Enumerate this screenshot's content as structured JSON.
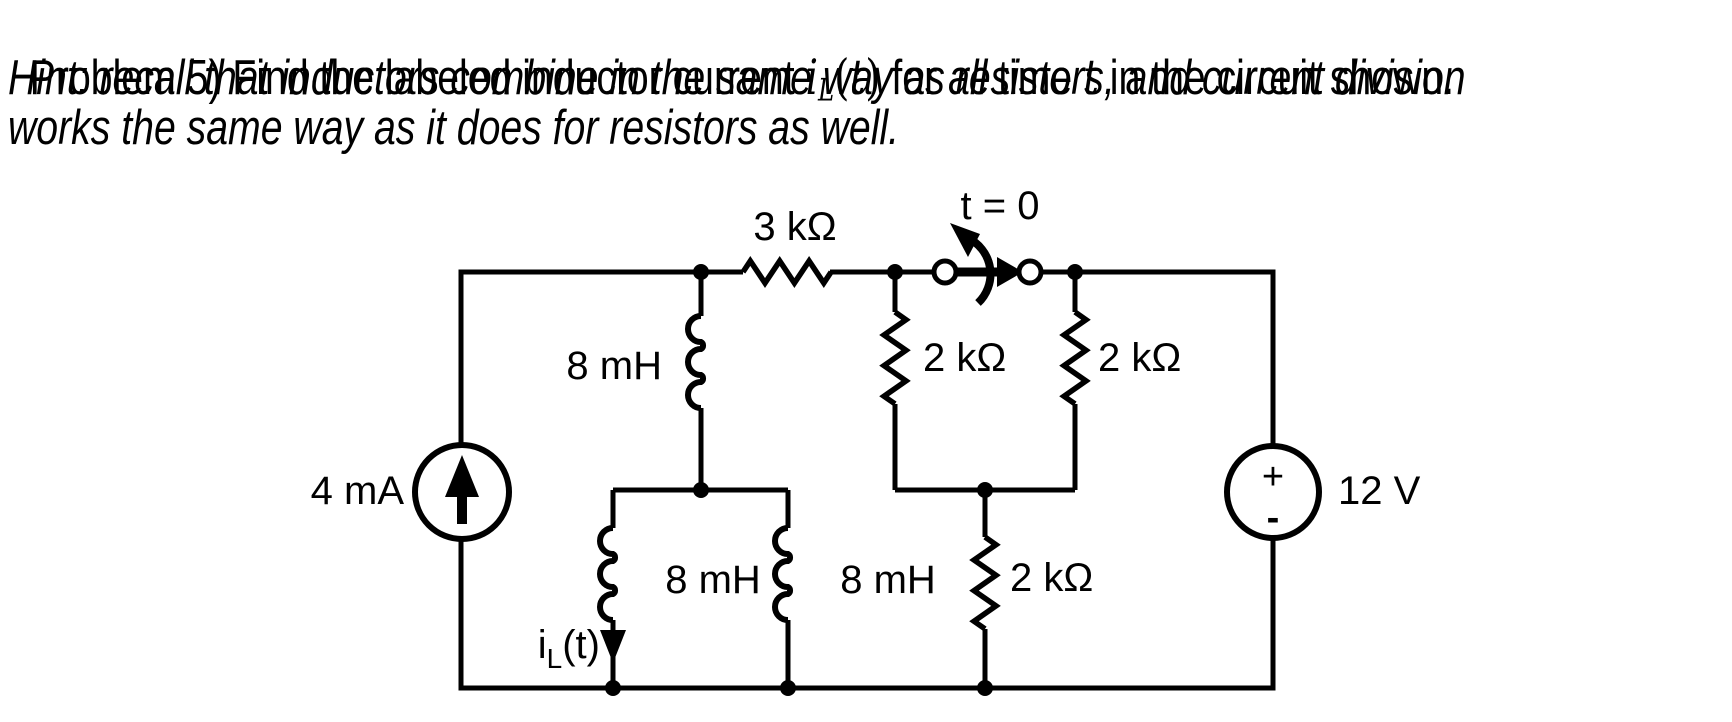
{
  "problem": {
    "line1": {
      "pre": "Problem 5) Find the labeled inductor current ",
      "i": "i",
      "sub": "L",
      "lparen": "(",
      "t1": "t",
      "rparen": ")",
      "mid1": " for ",
      "all": "all",
      "mid2": " time ",
      "t2": "t",
      "post": " in the circuit shown."
    },
    "hint1": "Hint: recall that inductors combine in the same way as resistors, and current division",
    "hint2": "works the same way as it does for resistors as well."
  },
  "circuit": {
    "source_current": {
      "label": "4 mA"
    },
    "source_voltage": {
      "label": "12 V",
      "plus": "+",
      "minus": "-"
    },
    "resistor_top": {
      "label": "3 kΩ"
    },
    "switch": {
      "label": "t = 0"
    },
    "inductor_top": {
      "label": "8 mH"
    },
    "resistor_parallel_left": {
      "label": "2 kΩ"
    },
    "resistor_parallel_right": {
      "label": "2 kΩ"
    },
    "inductor_bottom_left": {
      "label": "8 mH"
    },
    "inductor_bottom_right": {
      "label": "8 mH"
    },
    "resistor_bottom": {
      "label": "2 kΩ"
    },
    "current_label": {
      "i": "i",
      "sub": "L",
      "paren": "(t)"
    },
    "colors": {
      "ink": "#000000",
      "background": "#ffffff"
    }
  }
}
